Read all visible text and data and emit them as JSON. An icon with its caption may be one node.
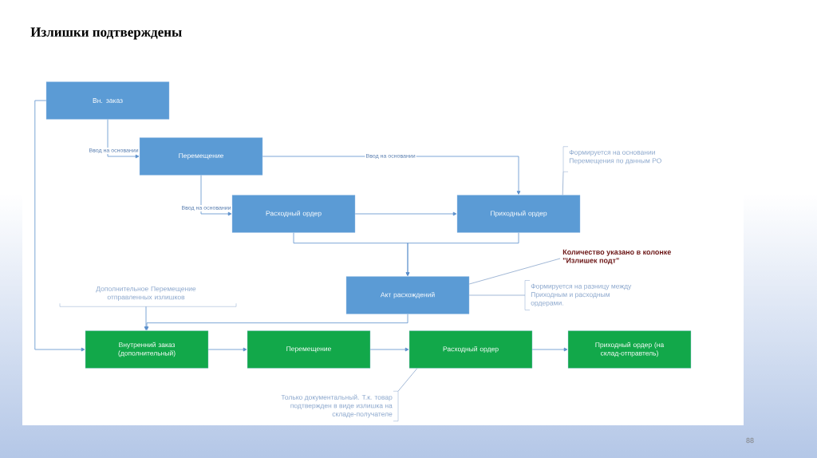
{
  "diagram": {
    "title": "Излишки подтверждены",
    "nodes": [
      {
        "text": [
          "Вн. заказ"
        ]
      },
      {
        "text": [
          "Перемещение"
        ]
      },
      {
        "text": [
          "Расходный ордер"
        ]
      },
      {
        "text": [
          "Приходный ордер"
        ]
      },
      {
        "text": [
          "Акт расхождений"
        ]
      },
      {
        "text": [
          "Внутренний заказ (дополнительный)"
        ]
      },
      {
        "text": [
          "Перемещение"
        ]
      },
      {
        "text": [
          "Расходный ордер"
        ]
      },
      {
        "text": [
          "Приходный ордер (на склад-отправтель)"
        ]
      },
      {
        "text": [
          "Формируется на основании Перемещения по данным РО"
        ]
      },
      {
        "text": [
          "Количество указано в колонке \"Излишек подт\""
        ]
      },
      {
        "text": [
          "Формируется на разницу между Приходным и расходным ордерами."
        ]
      },
      {
        "text": [
          "Дополнительное Перемещение отправленных излишков"
        ]
      },
      {
        "text": [
          "Только документальный. Т.к. товар подтвержден в виде излишка на складе-получателе"
        ]
      }
    ],
    "edges": [
      {
        "from": 0,
        "to": 1,
        "arrow": "to",
        "label": "Ввод на основании"
      },
      {
        "from": 1,
        "to": 2,
        "arrow": "to",
        "label": "Ввод на основании"
      },
      {
        "from": 1,
        "to": 3,
        "arrow": "to",
        "label": "Ввод на основании"
      },
      {
        "from": 2,
        "to": 3,
        "arrow": "to"
      },
      {
        "from": 2,
        "to": 4,
        "arrow": "to"
      },
      {
        "from": 3,
        "to": 4,
        "arrow": "to"
      },
      {
        "from": 0,
        "to": 5,
        "arrow": "to"
      },
      {
        "from": 4,
        "to": 5,
        "arrow": "to"
      },
      {
        "from": 12,
        "to": 5,
        "arrow": "to"
      },
      {
        "from": 5,
        "to": 6,
        "arrow": "to"
      },
      {
        "from": 6,
        "to": 7,
        "arrow": "to"
      },
      {
        "from": 7,
        "to": 8,
        "arrow": "to"
      },
      {
        "from": 9,
        "to": 3,
        "arrow": "none"
      },
      {
        "from": 10,
        "to": 4,
        "arrow": "none"
      },
      {
        "from": 11,
        "to": 4,
        "arrow": "none"
      },
      {
        "from": 13,
        "to": 7,
        "arrow": "none"
      }
    ],
    "labels": [
      "88"
    ]
  }
}
